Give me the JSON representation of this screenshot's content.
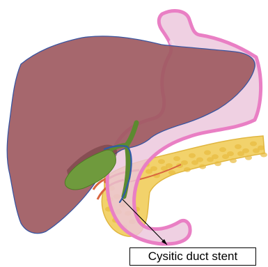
{
  "labels": {
    "stent": "Cysitic duct stent"
  },
  "colors": {
    "liver_fill": "#9e5a61",
    "liver_outline": "#3a55a0",
    "stomach_fill": "#ecc6dc",
    "stomach_outline": "#e97fc4",
    "gallbladder": "#6f9a3d",
    "duct": "#5c8a30",
    "stent": "#2e5aa8",
    "pancreas": "#f2d26b",
    "pancreas_lobule": "#e8bb3f",
    "vessel": "#d9643e"
  },
  "organs": [
    "liver",
    "stomach",
    "gallbladder",
    "pancreas",
    "cystic-duct-stent"
  ]
}
